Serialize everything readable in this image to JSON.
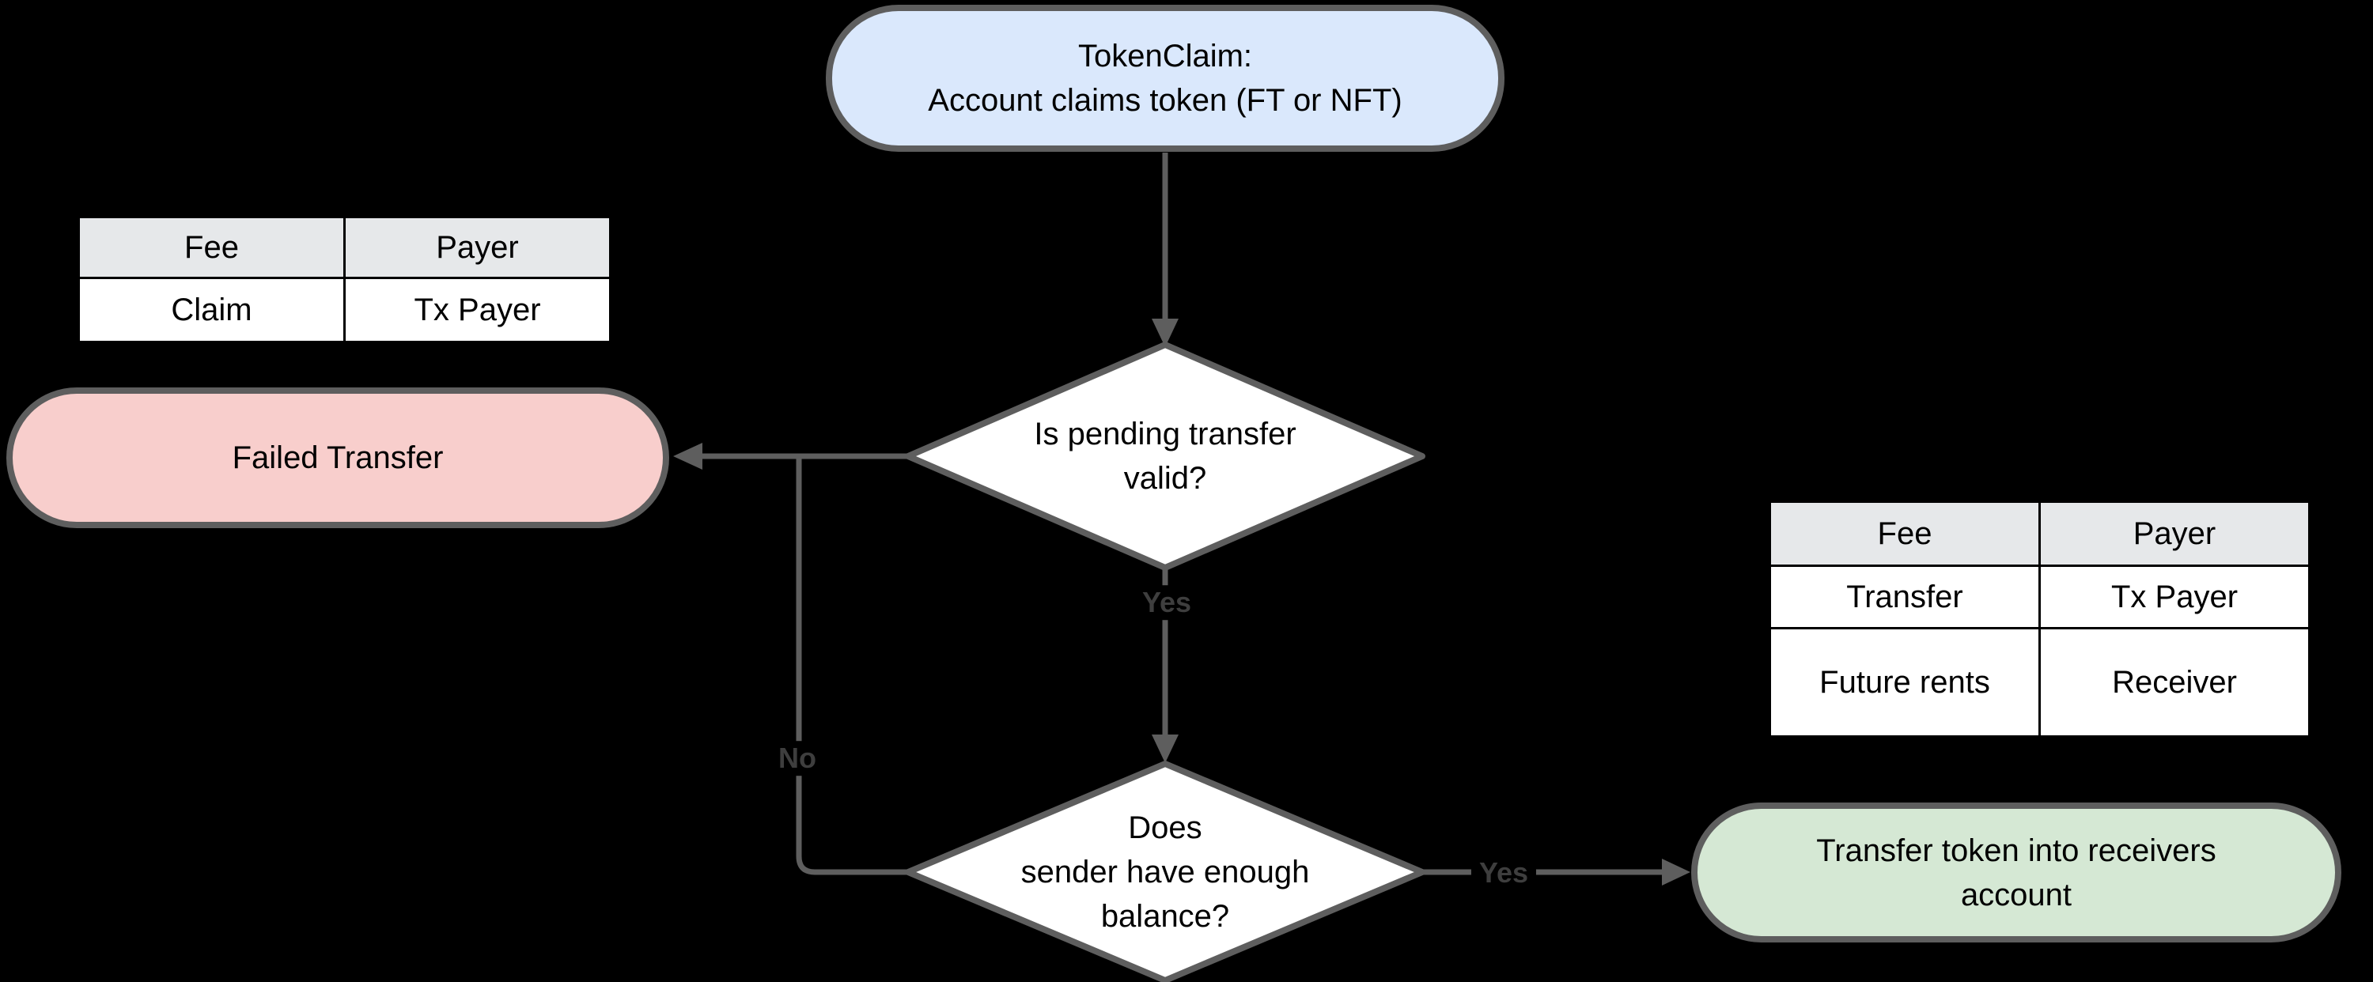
{
  "diagram": {
    "background": "#000000",
    "connector_color": "#5e5e5e",
    "edge_label_color": "#3e3e3e",
    "table_header_fill": "#e6e8ea"
  },
  "nodes": {
    "token_claim": {
      "label": "TokenClaim:\nAccount claims token (FT or NFT)",
      "fill": "#dae8fc"
    },
    "pending_decision": {
      "label": "Is pending transfer\nvalid?",
      "fill": "#ffffff"
    },
    "failed_transfer": {
      "label": "Failed Transfer",
      "fill": "#f8cecc"
    },
    "balance_decision": {
      "label": "Does\nsender have enough\nbalance?",
      "fill": "#ffffff"
    },
    "transfer_success": {
      "label": "Transfer token into receivers\naccount",
      "fill": "#d5e8d4"
    }
  },
  "edge_labels": {
    "pending_yes": "Yes",
    "balance_no": "No",
    "balance_yes": "Yes"
  },
  "tables": {
    "claim_fees": {
      "headers": [
        "Fee",
        "Payer"
      ],
      "rows": [
        [
          "Claim",
          "Tx Payer"
        ]
      ]
    },
    "transfer_fees": {
      "headers": [
        "Fee",
        "Payer"
      ],
      "rows": [
        [
          "Transfer",
          "Tx Payer"
        ],
        [
          "Future rents",
          "Receiver"
        ]
      ]
    }
  }
}
